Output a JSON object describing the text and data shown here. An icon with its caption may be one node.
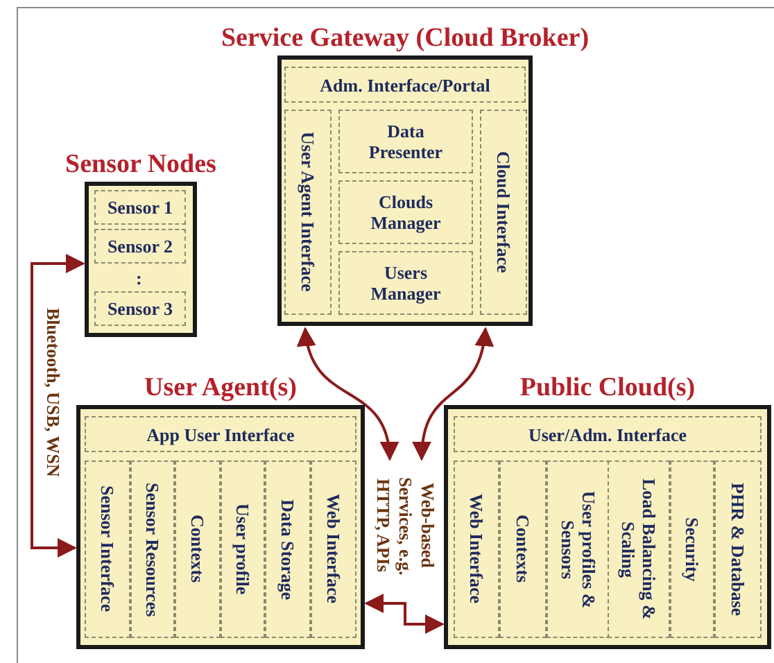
{
  "diagram": {
    "nodes": [
      {
        "text": [
          "Sensor Nodes"
        ]
      },
      {
        "text": [
          "Sensor 1"
        ],
        "in": 0
      },
      {
        "text": [
          "Sensor 2"
        ],
        "in": 0
      },
      {
        "text": [
          "Sensor 3"
        ],
        "in": 0
      },
      {
        "text": [
          "Service Gateway (Cloud Broker)"
        ]
      },
      {
        "text": [
          "Adm. Interface/Portal"
        ],
        "in": 4
      },
      {
        "text": [
          "User Agent Interface"
        ],
        "in": 4
      },
      {
        "text": [
          "Data Presenter"
        ],
        "in": 4
      },
      {
        "text": [
          "Clouds Manager"
        ],
        "in": 4
      },
      {
        "text": [
          "Users Manager"
        ],
        "in": 4
      },
      {
        "text": [
          "Cloud Interface"
        ],
        "in": 4
      },
      {
        "text": [
          "User Agent(s)"
        ]
      },
      {
        "text": [
          "App User Interface"
        ],
        "in": 11
      },
      {
        "text": [
          "Sensor Interface"
        ],
        "in": 11
      },
      {
        "text": [
          "Sensor Resources"
        ],
        "in": 11
      },
      {
        "text": [
          "Contexts"
        ],
        "in": 11
      },
      {
        "text": [
          "User profile"
        ],
        "in": 11
      },
      {
        "text": [
          "Data Storage"
        ],
        "in": 11
      },
      {
        "text": [
          "Web Interface"
        ],
        "in": 11
      },
      {
        "text": [
          "Public Cloud(s)"
        ]
      },
      {
        "text": [
          "User/Adm. Interface"
        ],
        "in": 19
      },
      {
        "text": [
          "Web Interface"
        ],
        "in": 19
      },
      {
        "text": [
          "Contexts"
        ],
        "in": 19
      },
      {
        "text": [
          "User profiles & Sensors"
        ],
        "in": 19
      },
      {
        "text": [
          "Load Balancing & Scaling"
        ],
        "in": 19
      },
      {
        "text": [
          "Security"
        ],
        "in": 19
      },
      {
        "text": [
          "PHR & Database"
        ],
        "in": 19
      },
      {
        "text": [
          "Web-based Services, e.g. HTTP, APIs"
        ]
      }
    ],
    "edges": [
      {
        "from": 11,
        "to": 0,
        "arrow": "both",
        "label": "Bluetooth, USB, WSN"
      },
      {
        "from": 4,
        "to": 27,
        "arrow": "both"
      },
      {
        "from": 4,
        "to": 27,
        "arrow": "both"
      },
      {
        "from": 11,
        "to": 19,
        "arrow": "both"
      }
    ],
    "labels": [
      ":"
    ]
  }
}
